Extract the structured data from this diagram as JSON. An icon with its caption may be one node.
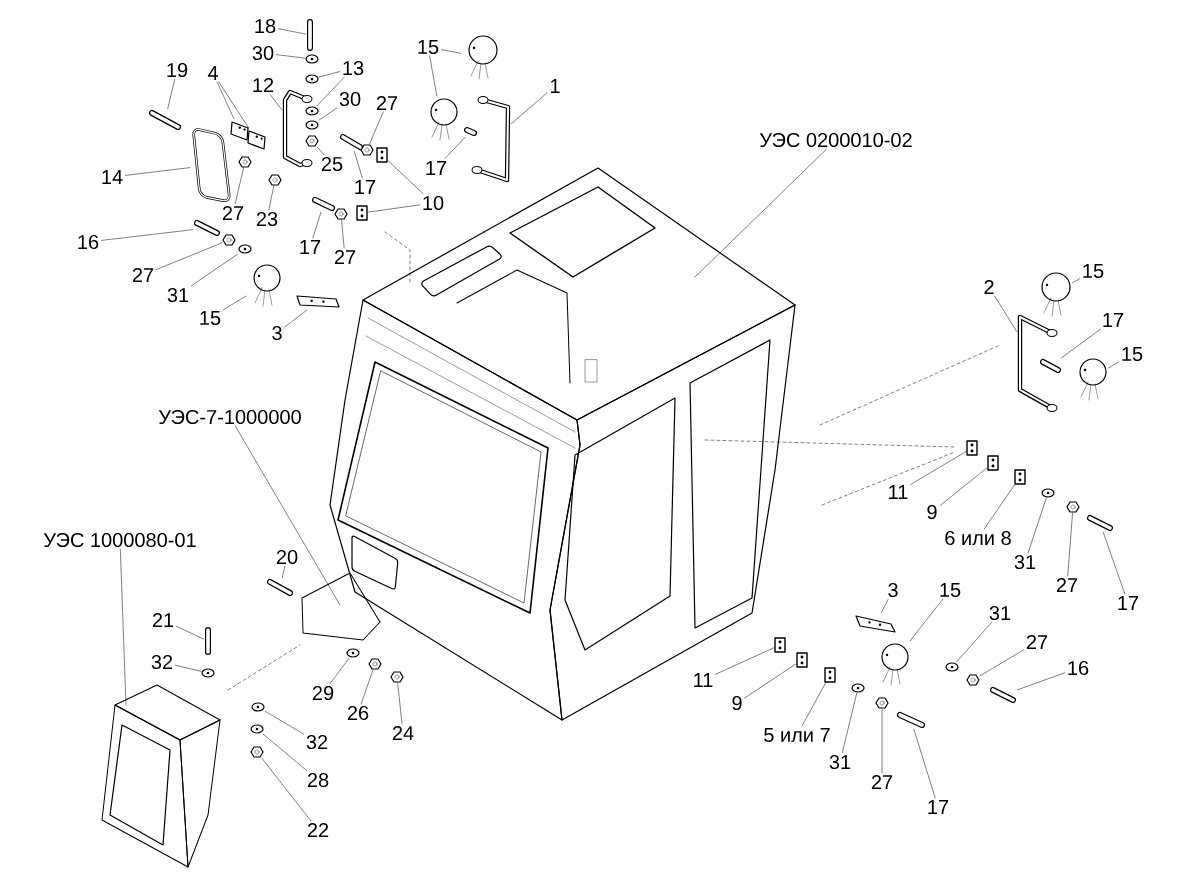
{
  "diagram": {
    "nodes": [
      {
        "text": [
          "18"
        ]
      },
      {
        "text": [
          "30"
        ]
      },
      {
        "text": [
          "13"
        ]
      },
      {
        "text": [
          "12"
        ]
      },
      {
        "text": [
          "30"
        ]
      },
      {
        "text": [
          "27"
        ]
      },
      {
        "text": [
          "19"
        ]
      },
      {
        "text": [
          "4"
        ]
      },
      {
        "text": [
          "14"
        ]
      },
      {
        "text": [
          "25"
        ]
      },
      {
        "text": [
          "17"
        ]
      },
      {
        "text": [
          "10"
        ]
      },
      {
        "text": [
          "27"
        ]
      },
      {
        "text": [
          "23"
        ]
      },
      {
        "text": [
          "17"
        ]
      },
      {
        "text": [
          "27"
        ]
      },
      {
        "text": [
          "16"
        ]
      },
      {
        "text": [
          "27"
        ]
      },
      {
        "text": [
          "31"
        ]
      },
      {
        "text": [
          "15"
        ]
      },
      {
        "text": [
          "3"
        ]
      },
      {
        "text": [
          "15"
        ]
      },
      {
        "text": [
          "1"
        ]
      },
      {
        "text": [
          "17"
        ]
      },
      {
        "text": [
          "УЭС 0200010-02"
        ]
      },
      {
        "text": [
          "2"
        ]
      },
      {
        "text": [
          "15"
        ]
      },
      {
        "text": [
          "17"
        ]
      },
      {
        "text": [
          "15"
        ]
      },
      {
        "text": [
          "УЭС-7-1000000"
        ]
      },
      {
        "text": [
          "11"
        ]
      },
      {
        "text": [
          "9"
        ]
      },
      {
        "text": [
          "6 или 8"
        ]
      },
      {
        "text": [
          "31"
        ]
      },
      {
        "text": [
          "27"
        ]
      },
      {
        "text": [
          "17"
        ]
      },
      {
        "text": [
          "УЭС 1000080-01"
        ]
      },
      {
        "text": [
          "20"
        ]
      },
      {
        "text": [
          "21"
        ]
      },
      {
        "text": [
          "32"
        ]
      },
      {
        "text": [
          "29"
        ]
      },
      {
        "text": [
          "26"
        ]
      },
      {
        "text": [
          "24"
        ]
      },
      {
        "text": [
          "32"
        ]
      },
      {
        "text": [
          "28"
        ]
      },
      {
        "text": [
          "22"
        ]
      },
      {
        "text": [
          "11"
        ]
      },
      {
        "text": [
          "9"
        ]
      },
      {
        "text": [
          "5 или 7"
        ]
      },
      {
        "text": [
          "31"
        ]
      },
      {
        "text": [
          "27"
        ]
      },
      {
        "text": [
          "17"
        ]
      },
      {
        "text": [
          "3"
        ]
      },
      {
        "text": [
          "15"
        ]
      },
      {
        "text": [
          "31"
        ]
      },
      {
        "text": [
          "27"
        ]
      },
      {
        "text": [
          "16"
        ]
      },
      {
        "text": [],
        "shape": "picture"
      },
      {
        "text": [],
        "shape": "picture"
      },
      {
        "text": [],
        "shape": "picture"
      },
      {
        "text": [],
        "shape": "picture"
      },
      {
        "text": [],
        "shape": "picture"
      },
      {
        "text": [],
        "shape": "picture"
      },
      {
        "text": [],
        "shape": "picture"
      },
      {
        "text": [],
        "shape": "picture"
      },
      {
        "text": [],
        "shape": "picture"
      },
      {
        "text": [],
        "shape": "picture"
      },
      {
        "text": [],
        "shape": "picture"
      },
      {
        "text": [],
        "shape": "picture"
      },
      {
        "text": [],
        "shape": "picture"
      },
      {
        "text": [],
        "shape": "picture"
      },
      {
        "text": [],
        "shape": "picture"
      },
      {
        "text": [],
        "shape": "picture"
      },
      {
        "text": [],
        "shape": "picture"
      },
      {
        "text": [],
        "shape": "picture"
      },
      {
        "text": [],
        "shape": "picture"
      },
      {
        "text": [],
        "shape": "picture"
      },
      {
        "text": [],
        "shape": "picture"
      },
      {
        "text": [],
        "shape": "picture"
      },
      {
        "text": [],
        "shape": "picture"
      },
      {
        "text": [],
        "shape": "picture"
      },
      {
        "text": [],
        "shape": "picture"
      },
      {
        "text": [],
        "shape": "picture"
      },
      {
        "text": [],
        "shape": "picture"
      },
      {
        "text": [],
        "shape": "picture"
      },
      {
        "text": [],
        "shape": "picture"
      },
      {
        "text": [],
        "shape": "picture"
      },
      {
        "text": [],
        "shape": "picture"
      },
      {
        "text": [],
        "shape": "picture"
      },
      {
        "text": [],
        "shape": "picture"
      },
      {
        "text": [],
        "shape": "picture"
      },
      {
        "text": [],
        "shape": "picture"
      },
      {
        "text": [],
        "shape": "picture"
      },
      {
        "text": [],
        "shape": "picture"
      },
      {
        "text": [],
        "shape": "picture"
      },
      {
        "text": [],
        "shape": "picture"
      },
      {
        "text": [],
        "shape": "picture"
      },
      {
        "text": [],
        "shape": "picture"
      },
      {
        "text": [],
        "shape": "picture"
      },
      {
        "text": [],
        "shape": "picture"
      },
      {
        "text": [],
        "shape": "picture"
      },
      {
        "text": [],
        "shape": "picture"
      },
      {
        "text": [],
        "shape": "picture"
      },
      {
        "text": [],
        "shape": "picture"
      },
      {
        "text": [],
        "shape": "picture"
      },
      {
        "text": [],
        "shape": "picture"
      },
      {
        "text": [],
        "shape": "picture"
      },
      {
        "text": [],
        "shape": "picture"
      },
      {
        "text": [],
        "shape": "picture"
      },
      {
        "text": [],
        "shape": "picture"
      },
      {
        "text": [],
        "shape": "picture"
      },
      {
        "text": [],
        "shape": "picture"
      },
      {
        "text": [],
        "shape": "picture"
      },
      {
        "text": [],
        "shape": "picture"
      },
      {
        "text": [],
        "shape": "picture"
      }
    ],
    "edges": [
      {
        "from": 0,
        "to": 57,
        "arrow": "none"
      },
      {
        "from": 1,
        "to": 58,
        "arrow": "none"
      },
      {
        "from": 2,
        "to": 59,
        "arrow": "none"
      },
      {
        "from": 2,
        "to": 60,
        "arrow": "none"
      },
      {
        "from": 3,
        "to": 61,
        "arrow": "none"
      },
      {
        "from": 4,
        "to": 62,
        "arrow": "none"
      },
      {
        "from": 5,
        "to": 63,
        "arrow": "none"
      },
      {
        "from": 6,
        "to": 64,
        "arrow": "none"
      },
      {
        "from": 7,
        "to": 65,
        "arrow": "none"
      },
      {
        "from": 7,
        "to": 66,
        "arrow": "none"
      },
      {
        "from": 8,
        "to": 67,
        "arrow": "none"
      },
      {
        "from": 9,
        "to": 68,
        "arrow": "none"
      },
      {
        "from": 10,
        "to": 69,
        "arrow": "none"
      },
      {
        "from": 11,
        "to": 70,
        "arrow": "none"
      },
      {
        "from": 11,
        "to": 71,
        "arrow": "none"
      },
      {
        "from": 12,
        "to": 72,
        "arrow": "none"
      },
      {
        "from": 13,
        "to": 73,
        "arrow": "none"
      },
      {
        "from": 14,
        "to": 74,
        "arrow": "none"
      },
      {
        "from": 15,
        "to": 75,
        "arrow": "none"
      },
      {
        "from": 16,
        "to": 76,
        "arrow": "none"
      },
      {
        "from": 17,
        "to": 77,
        "arrow": "none"
      },
      {
        "from": 18,
        "to": 78,
        "arrow": "none"
      },
      {
        "from": 19,
        "to": 79,
        "arrow": "none"
      },
      {
        "from": 20,
        "to": 80,
        "arrow": "none"
      },
      {
        "from": 21,
        "to": 81,
        "arrow": "none"
      },
      {
        "from": 21,
        "to": 82,
        "arrow": "none"
      },
      {
        "from": 22,
        "to": 83,
        "arrow": "none"
      },
      {
        "from": 23,
        "to": 84,
        "arrow": "none"
      },
      {
        "from": 24,
        "to": null,
        "arrow": "none"
      },
      {
        "from": 25,
        "to": 85,
        "arrow": "none"
      },
      {
        "from": 26,
        "to": 86,
        "arrow": "none"
      },
      {
        "from": 27,
        "to": 87,
        "arrow": "none"
      },
      {
        "from": 28,
        "to": 88,
        "arrow": "none"
      },
      {
        "from": 29,
        "to": null,
        "arrow": "none"
      },
      {
        "from": 30,
        "to": 89,
        "arrow": "none"
      },
      {
        "from": 31,
        "to": 90,
        "arrow": "none"
      },
      {
        "from": 32,
        "to": 91,
        "arrow": "none"
      },
      {
        "from": 33,
        "to": 92,
        "arrow": "none"
      },
      {
        "from": 34,
        "to": 93,
        "arrow": "none"
      },
      {
        "from": 35,
        "to": 94,
        "arrow": "none"
      },
      {
        "from": 36,
        "to": null,
        "arrow": "none"
      },
      {
        "from": 37,
        "to": 95,
        "arrow": "none"
      },
      {
        "from": 38,
        "to": 96,
        "arrow": "none"
      },
      {
        "from": 39,
        "to": 97,
        "arrow": "none"
      },
      {
        "from": 40,
        "to": 98,
        "arrow": "none"
      },
      {
        "from": 41,
        "to": 99,
        "arrow": "none"
      },
      {
        "from": 42,
        "to": 100,
        "arrow": "none"
      },
      {
        "from": 43,
        "to": 101,
        "arrow": "none"
      },
      {
        "from": 44,
        "to": 102,
        "arrow": "none"
      },
      {
        "from": 45,
        "to": 103,
        "arrow": "none"
      },
      {
        "from": 46,
        "to": 104,
        "arrow": "none"
      },
      {
        "from": 47,
        "to": 105,
        "arrow": "none"
      },
      {
        "from": 48,
        "to": 106,
        "arrow": "none"
      },
      {
        "from": 49,
        "to": 107,
        "arrow": "none"
      },
      {
        "from": 50,
        "to": 108,
        "arrow": "none"
      },
      {
        "from": 51,
        "to": 109,
        "arrow": "none"
      },
      {
        "from": 52,
        "to": 110,
        "arrow": "none"
      },
      {
        "from": 53,
        "to": 111,
        "arrow": "none"
      },
      {
        "from": 54,
        "to": 112,
        "arrow": "none"
      },
      {
        "from": 55,
        "to": 113,
        "arrow": "none"
      },
      {
        "from": 56,
        "to": 114,
        "arrow": "none"
      }
    ]
  }
}
